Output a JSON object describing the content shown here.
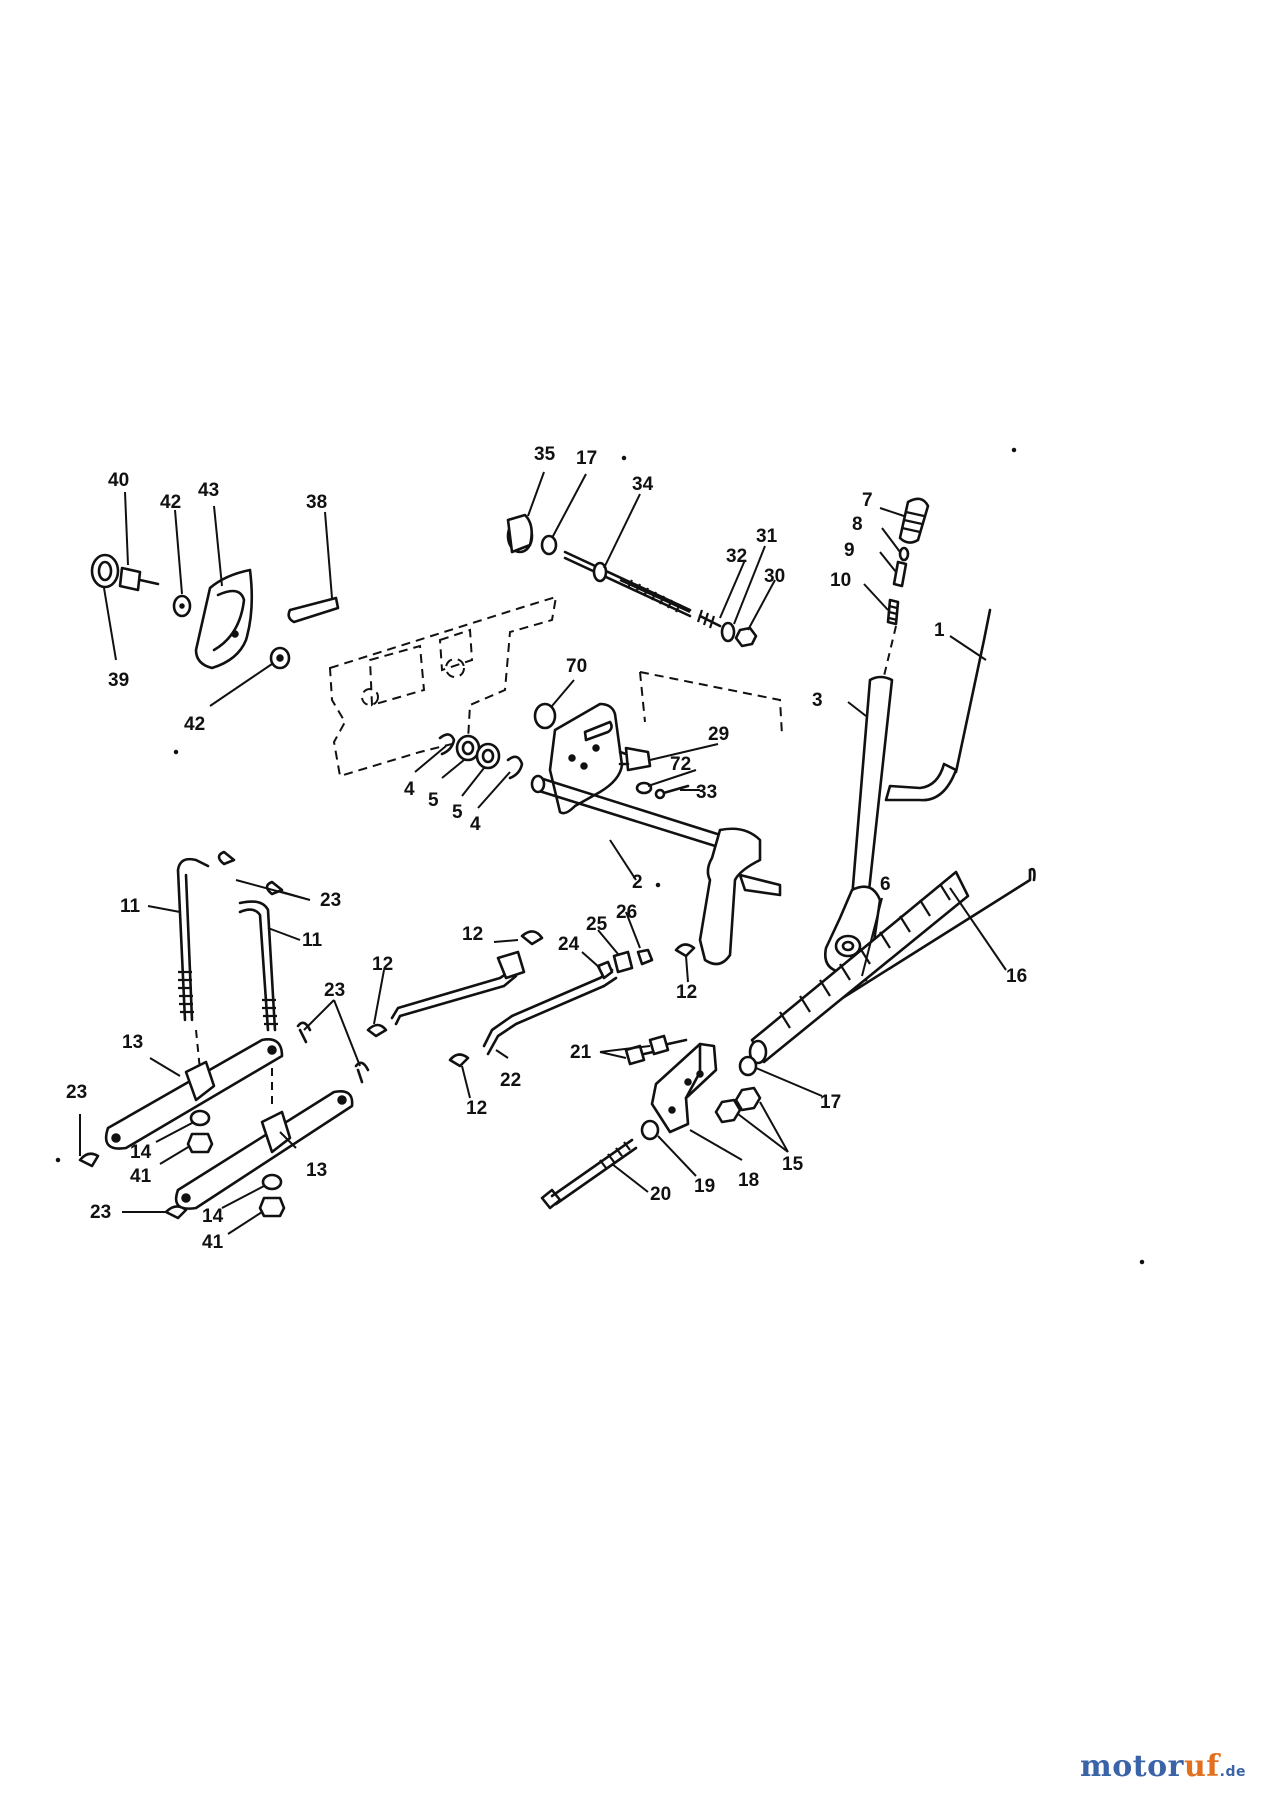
{
  "callouts": {
    "c35": "35",
    "c17a": "17",
    "c34": "34",
    "c31": "31",
    "c32": "32",
    "c30": "30",
    "c40": "40",
    "c42a": "42",
    "c43": "43",
    "c38": "38",
    "c39": "39",
    "c42b": "42",
    "c70": "70",
    "c29": "29",
    "c72": "72",
    "c33": "33",
    "c4a": "4",
    "c5a": "5",
    "c5b": "5",
    "c4b": "4",
    "c7": "7",
    "c8": "8",
    "c9": "9",
    "c10": "10",
    "c1": "1",
    "c3": "3",
    "c6": "6",
    "c2": "2",
    "c16": "16",
    "c11a": "11",
    "c11b": "11",
    "c23a": "23",
    "c23b": "23",
    "c23c": "23",
    "c23d": "23",
    "c13a": "13",
    "c13b": "13",
    "c14a": "14",
    "c14b": "14",
    "c41a": "41",
    "c41b": "41",
    "c12a": "12",
    "c12b": "12",
    "c12c": "12",
    "c12d": "12",
    "c24": "24",
    "c25": "25",
    "c26": "26",
    "c22": "22",
    "c21": "21",
    "c17b": "17",
    "c15": "15",
    "c18": "18",
    "c19": "19",
    "c20": "20"
  },
  "watermark": {
    "base": "motor",
    "accent": "uf",
    "tld": ".de"
  },
  "colors": {
    "ink": "#111111",
    "watermark_blue": "#3a63a8",
    "watermark_orange": "#e2701f"
  }
}
